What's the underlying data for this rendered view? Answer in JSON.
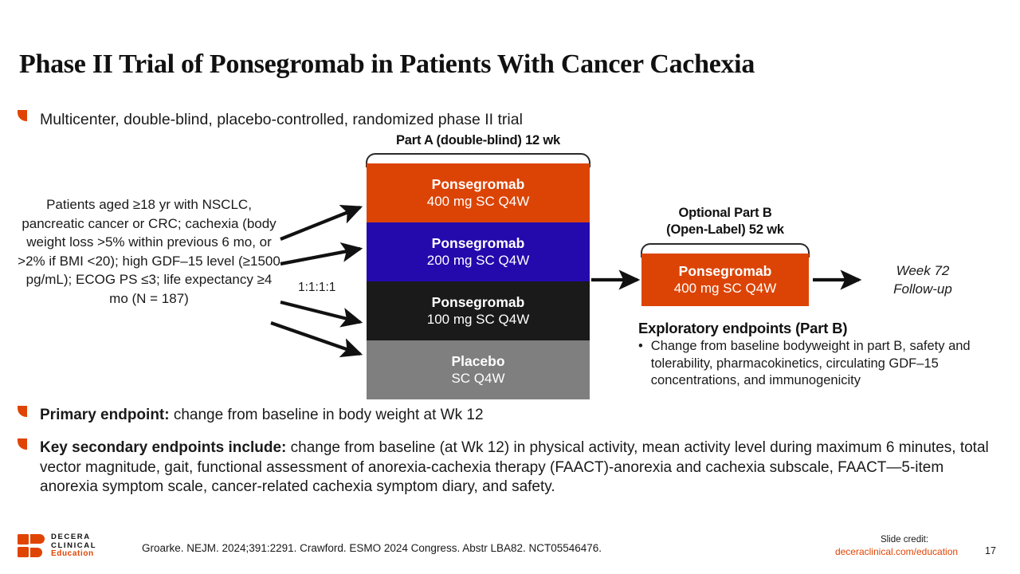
{
  "title": "Phase II Trial of Ponsegromab in Patients With Cancer Cachexia",
  "intro": "Multicenter, double-blind, placebo-controlled, randomized phase II trial",
  "population": "Patients aged ≥18 yr with NSCLC, pancreatic cancer or CRC; cachexia (body weight loss >5% within previous 6 mo, or >2% if BMI <20); high GDF–15 level (≥1500 pg/mL); ECOG PS ≤3; life expectancy ≥4 mo (N = 187)",
  "randomization_ratio": "1:1:1:1",
  "part_a": {
    "header": "Part A (double-blind) 12 wk",
    "arms": [
      {
        "name": "Ponsegromab",
        "dose": "400 mg SC Q4W",
        "color": "#DC4405"
      },
      {
        "name": "Ponsegromab",
        "dose": "200 mg SC Q4W",
        "color": "#2409AD"
      },
      {
        "name": "Ponsegromab",
        "dose": "100 mg SC Q4W",
        "color": "#1A1A1A"
      },
      {
        "name": "Placebo",
        "dose": "SC Q4W",
        "color": "#7F7F7F"
      }
    ]
  },
  "part_b": {
    "header_line1": "Optional Part B",
    "header_line2": "(Open-Label) 52 wk",
    "arm": {
      "name": "Ponsegromab",
      "dose": "400 mg SC Q4W",
      "color": "#DC4405"
    }
  },
  "followup": {
    "line1": "Week 72",
    "line2": "Follow-up"
  },
  "exploratory": {
    "title": "Exploratory endpoints (Part B)",
    "bullet_glyph": "•",
    "items": [
      "Change from baseline bodyweight in part B, safety and tolerability, pharmacokinetics, circulating GDF–15 concentrations, and immunogenicity"
    ]
  },
  "endpoints": {
    "primary_label": "Primary endpoint:",
    "primary_text": " change from baseline in body weight at Wk 12",
    "secondary_label": "Key secondary endpoints include:",
    "secondary_text": " change from baseline (at Wk 12) in physical activity, mean activity level during maximum 6 minutes, total vector magnitude, gait, functional assessment of anorexia-cachexia therapy (FAACT)-anorexia and cachexia subscale, FAACT—5-item anorexia symptom scale, cancer-related cachexia symptom diary, and safety."
  },
  "footer": {
    "logo_line1": "DECERA",
    "logo_line2": "CLINICAL",
    "logo_line3": "Education",
    "citation": "Groarke. NEJM. 2024;391:2291. Crawford. ESMO 2024 Congress. Abstr LBA82. NCT05546476.",
    "slide_credit_label": "Slide credit:",
    "slide_credit_url": "deceraclinical.com/education",
    "slide_number": "17"
  },
  "colors": {
    "accent_orange": "#E04403",
    "arm_orange": "#DC4405",
    "arm_blue": "#2409AD",
    "arm_black": "#1A1A1A",
    "arm_gray": "#7F7F7F",
    "text_dark": "#1A1A1A"
  }
}
